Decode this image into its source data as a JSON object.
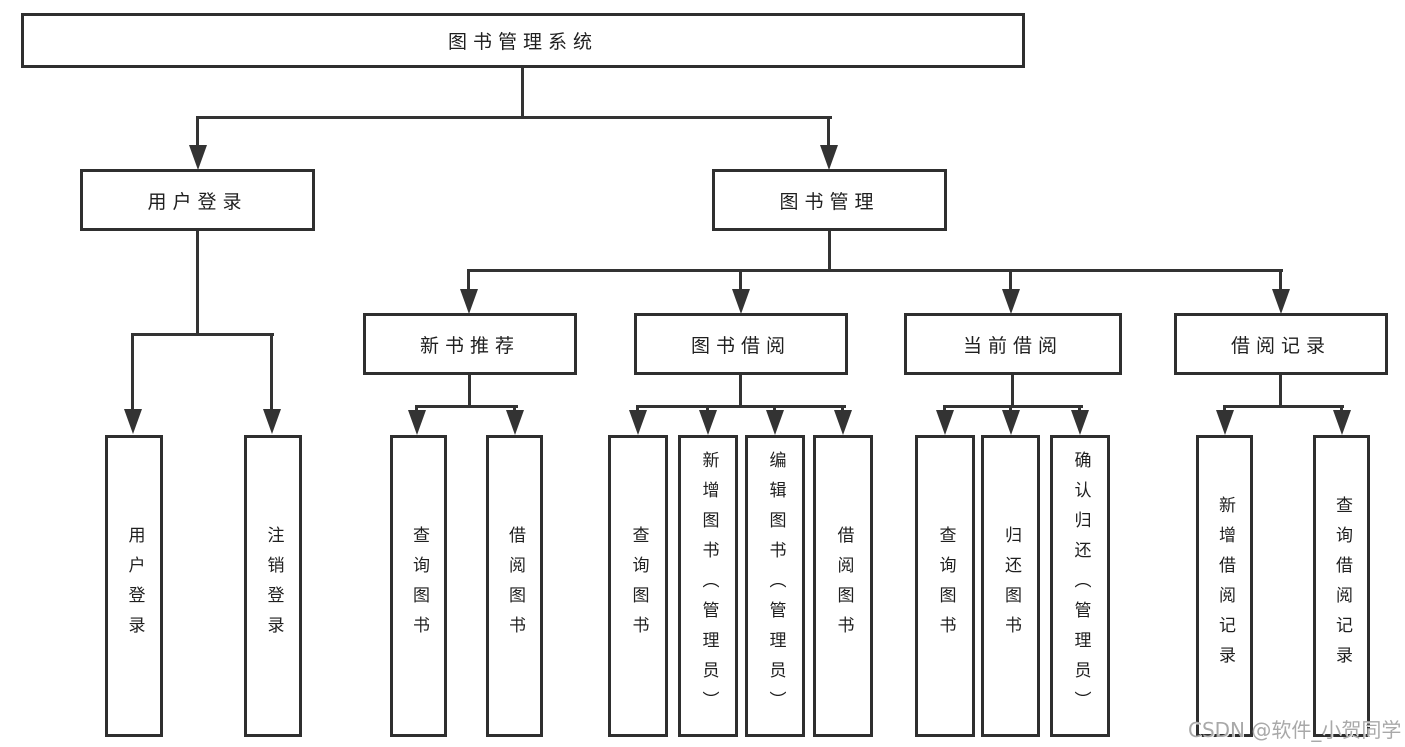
{
  "colors": {
    "line": "#333333",
    "box_border": "#2f2f2f",
    "text": "#1f1f1f",
    "background": "#ffffff",
    "watermark": "#a9a9a9"
  },
  "watermark": "CSDN @软件_小贺同学",
  "tree": {
    "root": "图书管理系统",
    "branches": [
      {
        "label": "用户登录",
        "leaves": [
          "用户登录",
          "注销登录"
        ]
      },
      {
        "label": "图书管理",
        "groups": [
          {
            "label": "新书推荐",
            "leaves": [
              "查询图书",
              "借阅图书"
            ]
          },
          {
            "label": "图书借阅",
            "leaves": [
              "查询图书",
              "新增图书（管理员）",
              "编辑图书（管理员）",
              "借阅图书"
            ]
          },
          {
            "label": "当前借阅",
            "leaves": [
              "查询图书",
              "归还图书",
              "确认归还（管理员）"
            ]
          },
          {
            "label": "借阅记录",
            "leaves": [
              "新增借阅记录",
              "查询借阅记录"
            ]
          }
        ]
      }
    ]
  }
}
